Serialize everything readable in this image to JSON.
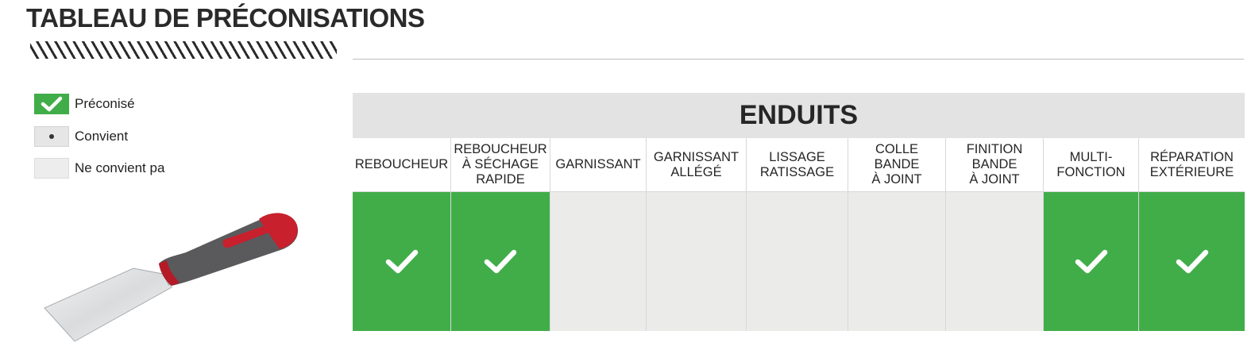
{
  "page": {
    "title": "TABLEAU DE PRÉCONISATIONS"
  },
  "legend": {
    "items": [
      {
        "key": "recommended",
        "label": "Préconisé",
        "symbol": "check-icon"
      },
      {
        "key": "suitable",
        "label": "Convient",
        "symbol": "dot-icon"
      },
      {
        "key": "not_suitable",
        "label": "Ne convient pa",
        "symbol": "empty"
      }
    ]
  },
  "colors": {
    "recommended": "#41ad49",
    "not_suitable": "#ebebea",
    "header": "#e3e3e3",
    "tool_handle_red": "#c8202d",
    "tool_handle_grey": "#5a5a5c"
  },
  "table": {
    "header": "ENDUITS",
    "columns": [
      {
        "label": "REBOUCHEUR",
        "rating": "recommended"
      },
      {
        "label": "REBOUCHEUR\nÀ SÉCHAGE\nRAPIDE",
        "rating": "recommended"
      },
      {
        "label": "GARNISSANT",
        "rating": "not_suitable"
      },
      {
        "label": "GARNISSANT\nALLÉGÉ",
        "rating": "not_suitable"
      },
      {
        "label": "LISSAGE\nRATISSAGE",
        "rating": "not_suitable"
      },
      {
        "label": "COLLE\nBANDE\nÀ JOINT",
        "rating": "not_suitable"
      },
      {
        "label": "FINITION\nBANDE\nÀ JOINT",
        "rating": "not_suitable"
      },
      {
        "label": "MULTI-\nFONCTION",
        "rating": "recommended"
      },
      {
        "label": "RÉPARATION\nEXTÉRIEURE",
        "rating": "recommended"
      }
    ]
  }
}
